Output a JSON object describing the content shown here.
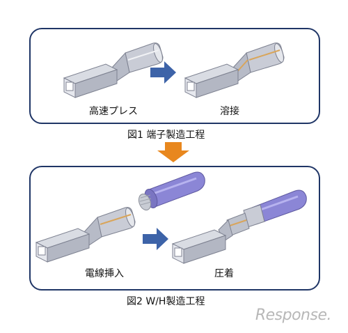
{
  "figure1": {
    "step1_label": "高速プレス",
    "step2_label": "溶接",
    "caption": "図1 端子製造工程"
  },
  "figure2": {
    "step1_label": "電線挿入",
    "step2_label": "圧着",
    "caption": "図2 W/H製造工程"
  },
  "watermark": "Response.",
  "colors": {
    "panel_border": "#1f3566",
    "blue_arrow": "#3d63a8",
    "orange_arrow": "#e8871e",
    "metal": "#c6cad3",
    "wire": "#8b86d6"
  }
}
